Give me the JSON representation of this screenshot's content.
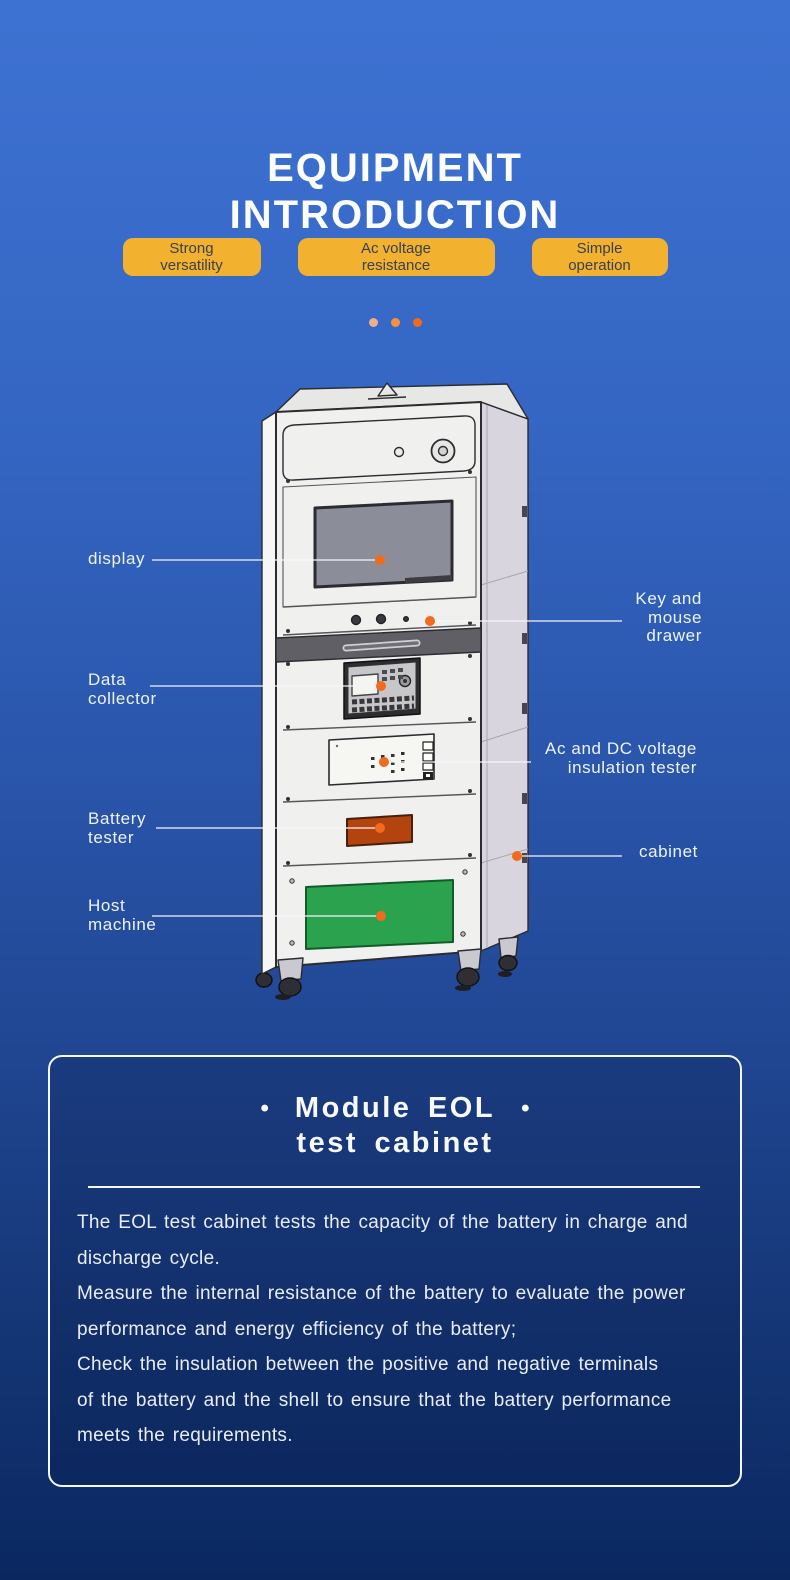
{
  "header": {
    "title_line1": "EQUIPMENT",
    "title_line2": "INTRODUCTION"
  },
  "badges": [
    {
      "line1": "Strong",
      "line2": "versatility"
    },
    {
      "line1": "Ac voltage",
      "line2": "resistance"
    },
    {
      "line1": "Simple",
      "line2": "operation"
    }
  ],
  "carousel": {
    "dots": [
      "#F0AE8C",
      "#F5913F",
      "#F26A1C"
    ]
  },
  "callouts": {
    "display": {
      "lines": [
        "display"
      ]
    },
    "key_mouse_drawer": {
      "lines": [
        "Key and",
        "mouse",
        "drawer"
      ]
    },
    "data_collector": {
      "lines": [
        "Data",
        "collector"
      ]
    },
    "insulation_tester": {
      "lines": [
        "Ac and DC voltage",
        "insulation tester"
      ]
    },
    "battery_tester": {
      "lines": [
        "Battery",
        "tester"
      ]
    },
    "cabinet": {
      "lines": [
        "cabinet"
      ]
    },
    "host_machine": {
      "lines": [
        "Host",
        "machine"
      ]
    }
  },
  "info_box": {
    "bullet": "•",
    "title_line1": "Module EOL",
    "title_line2": "test cabinet",
    "description_lines": [
      "The EOL test cabinet tests the capacity of the battery in charge and",
      "discharge cycle.",
      "Measure the internal resistance of the battery to evaluate the power",
      "performance and energy efficiency of the battery;",
      "Check the insulation between the positive and negative terminals",
      "of the battery and the shell to ensure that the battery performance",
      "meets the requirements."
    ]
  },
  "colors": {
    "accent_orange": "#F26A1C",
    "badge_yellow": "#F3B130",
    "battery_red": "#B3430F",
    "host_green": "#2BA34E",
    "screen_gray": "#8B8E99",
    "background_top": "#3E72D2",
    "background_bottom": "#0A2760"
  }
}
